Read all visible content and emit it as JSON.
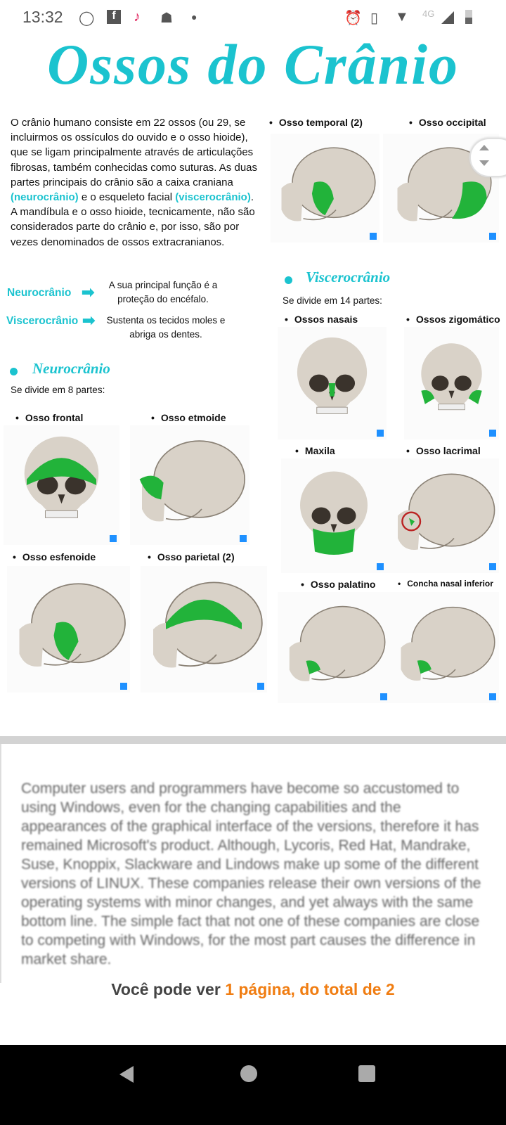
{
  "status_bar": {
    "time": "13:32",
    "left_icons": [
      "whatsapp-icon",
      "facebook-icon",
      "tiktok-icon",
      "snapchat-icon",
      "dot-icon"
    ],
    "right_icons": [
      "alarm-icon",
      "vibrate-icon",
      "wifi-icon",
      "signal-icon",
      "battery-icon"
    ],
    "network": "4G"
  },
  "doc": {
    "title": "Ossos do Crânio",
    "intro": {
      "p1": "O crânio humano consiste em 22 ossos (ou 29, se incluirmos os ossículos do ouvido e o osso hioide), que se ligam principalmente através de articulações fibrosas, também conhecidas como suturas. As duas partes principais do crânio são a caixa craniana ",
      "hl1": "(neurocrânio)",
      "p2": " e o esqueleto facial ",
      "hl2": "(viscerocrânio)",
      "p3": ".  A mandíbula e o osso hioide, tecnicamente, não são considerados parte do crânio e, por isso, são por vezes denominados de ossos extracranianos."
    },
    "definitions": [
      {
        "term": "Neurocrânio",
        "desc": "A sua principal função é a proteção do encéfalo."
      },
      {
        "term": "Viscerocrânio",
        "desc": "Sustenta os tecidos moles e abriga os dentes."
      }
    ],
    "neuro": {
      "heading": "Neurocrânio",
      "sub": "Se divide em 8 partes:",
      "items": [
        "Osso frontal",
        "Osso etmoide",
        "Osso esfenoide",
        "Osso parietal (2)",
        "Osso temporal (2)",
        "Osso occipital"
      ]
    },
    "visc": {
      "heading": "Viscerocrânio",
      "sub": "Se divide em 14 partes:",
      "items": [
        "Ossos nasais",
        "Ossos zigomático",
        "Maxila",
        "Osso lacrimal",
        "Osso palatino",
        "Concha nasal inferior"
      ]
    },
    "highlight_color": "#22b33a",
    "accent_color": "#1bc3cf"
  },
  "preview": {
    "blurred_text": "Computer users and programmers have become so accustomed to using Windows, even for the changing capabilities and the appearances of the graphical interface of the versions, therefore it has remained Microsoft's product. Although, Lycoris, Red Hat, Mandrake, Suse, Knoppix, Slackware and Lindows make up some of the different versions of LINUX. These companies release their own versions of the operating systems with minor changes, and yet always with the same bottom line. The simple fact that not one of these companies are close to competing with Windows, for the most part causes the difference in market share.",
    "pages_prefix": "Você pode ver ",
    "pages_highlight": "1 página, do total de 2"
  },
  "nav": {
    "back": "back-icon",
    "home": "home-icon",
    "recents": "recents-icon"
  }
}
